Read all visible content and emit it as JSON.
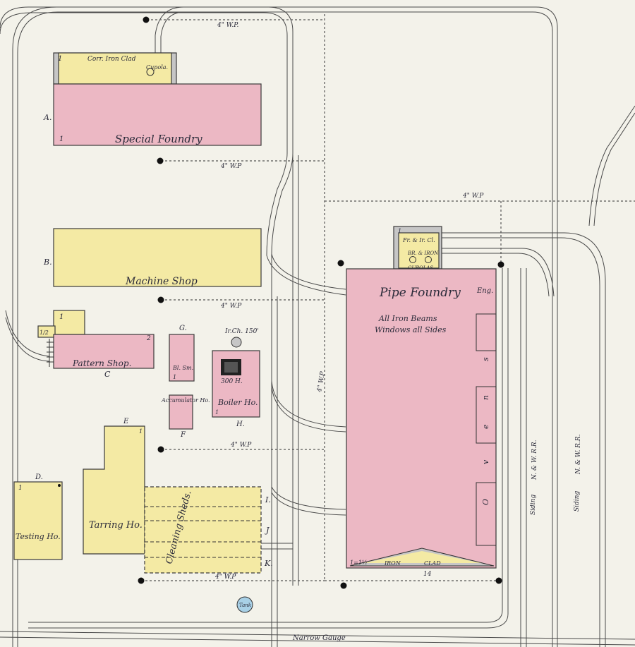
{
  "buildings": {
    "special_foundry": {
      "name": "Special Foundry",
      "letter": "A.",
      "floors": "1",
      "annex": "Corr. Iron Clad",
      "annex_floors": "1",
      "cupola": "Cupola."
    },
    "machine_shop": {
      "name": "Machine Shop",
      "letter": "B."
    },
    "pattern_shop": {
      "name": "Pattern Shop.",
      "letter": "C",
      "floors": "2",
      "annex_floors": "1",
      "annex_mark": "1/2"
    },
    "testing_house": {
      "name": "Testing Ho.",
      "letter": "D.",
      "floors": "1"
    },
    "tarring_house": {
      "name": "Tarring Ho.",
      "letter": "E",
      "floors": "1"
    },
    "accumulator_house": {
      "name": "Accumulator Ho.",
      "letter": "F"
    },
    "blacksmith": {
      "name": "Bl. Sm.",
      "letter": "G.",
      "floors": "1"
    },
    "boiler_house": {
      "name": "Boiler Ho.",
      "letter": "H.",
      "floors": "1",
      "chimney": "Ir.Ch. 150'",
      "horsepower": "300 H."
    },
    "cleaning_sheds": {
      "name": "Cleaning Sheds.",
      "letters": [
        "I.",
        "J",
        "K."
      ]
    },
    "pipe_foundry": {
      "name": "Pipe Foundry",
      "note_1": "All Iron Beams",
      "note_2": "Windows all Sides",
      "engine": "Eng.",
      "ovens_letters": [
        "O",
        "v",
        "e",
        "n",
        "s"
      ],
      "floors": "1=1½",
      "roof": "IRON",
      "roof_2": "CLAD",
      "mark": "14",
      "annex": "Fr. & Ir. Cl.",
      "annex_floors": "1",
      "annex_note_1": "BR. & IRON",
      "annex_note_2": "CUPOLAS."
    }
  },
  "pipe_labels": [
    "4\" W.P.",
    "4\" W.P",
    "4\" W.P",
    "4\" W.P",
    "4\" W.P",
    "4\" W.P",
    "4\" W.P"
  ],
  "rail_labels": {
    "siding_1": "Siding",
    "nw_rr_1": "N. & W. R.R.",
    "siding_2": "Siding",
    "nw_rr_2": "N. & W. R.R.",
    "narrow_gauge": "Narrow Gauge"
  },
  "tank": {
    "name": "Tank"
  },
  "colors": {
    "brick": "#ecb8c4",
    "frame": "#f4eaa4",
    "iron": "#c6c6c6",
    "tank": "#a8d0e6",
    "background": "#f3f2ea"
  }
}
